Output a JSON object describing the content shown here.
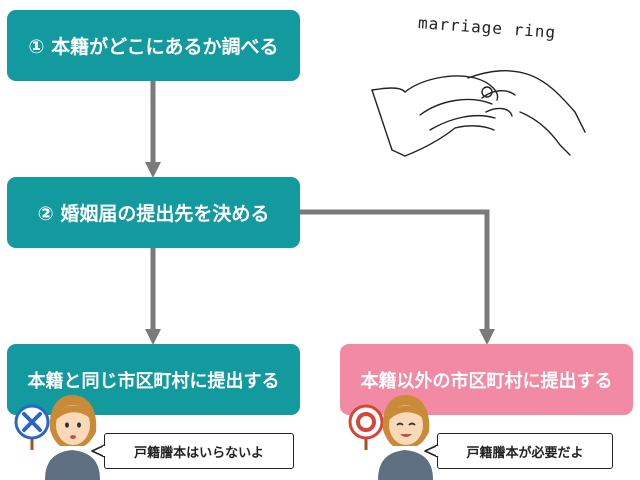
{
  "steps": {
    "step1": "① 本籍がどこにあるか調べる",
    "step2": "② 婚姻届の提出先を決める",
    "option_same": "本籍と同じ市区町村に提出する",
    "option_other": "本籍以外の市区町村に提出する"
  },
  "bubbles": {
    "same": "戸籍謄本はいらないよ",
    "other": "戸籍謄本が必要だよ"
  },
  "illustration": {
    "caption": "marriage ring"
  },
  "colors": {
    "teal": "#139a9f",
    "pink": "#f28aa3",
    "arrow": "#7a7a7a"
  }
}
